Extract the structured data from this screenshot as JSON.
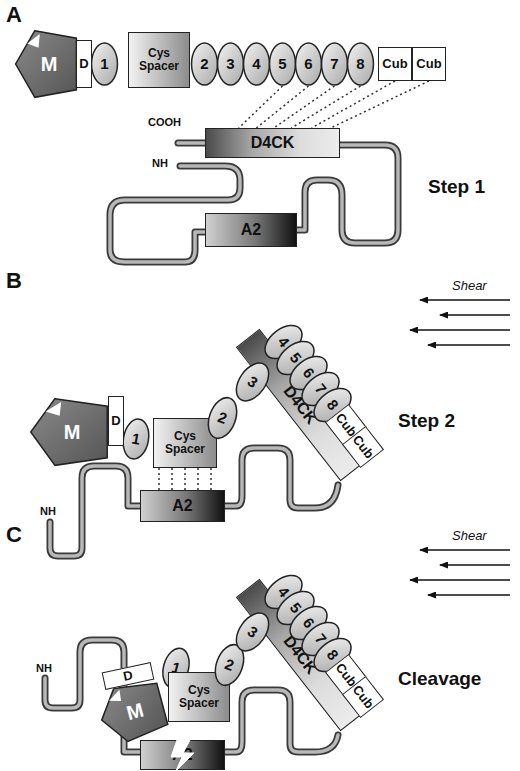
{
  "diagram": {
    "nodes": [
      {
        "text": [
          "M"
        ]
      },
      {
        "text": [
          "D"
        ]
      },
      {
        "text": [
          "1"
        ]
      },
      {
        "text": [
          "Cys Spacer"
        ]
      },
      {
        "text": [
          "2"
        ]
      },
      {
        "text": [
          "3"
        ]
      },
      {
        "text": [
          "4"
        ]
      },
      {
        "text": [
          "5"
        ]
      },
      {
        "text": [
          "6"
        ]
      },
      {
        "text": [
          "7"
        ]
      },
      {
        "text": [
          "8"
        ]
      },
      {
        "text": [
          "Cub"
        ]
      },
      {
        "text": [
          "Cub"
        ]
      },
      {
        "text": [
          "D4CK"
        ]
      },
      {
        "text": [
          "A2"
        ]
      },
      {
        "text": [
          "M"
        ]
      },
      {
        "text": [
          "D"
        ]
      },
      {
        "text": [
          "1"
        ]
      },
      {
        "text": [
          "Cys Spacer"
        ]
      },
      {
        "text": [
          "2"
        ]
      },
      {
        "text": [
          "3"
        ]
      },
      {
        "text": [
          "4"
        ]
      },
      {
        "text": [
          "5"
        ]
      },
      {
        "text": [
          "6"
        ]
      },
      {
        "text": [
          "7"
        ]
      },
      {
        "text": [
          "8"
        ]
      },
      {
        "text": [
          "Cub"
        ]
      },
      {
        "text": [
          "Cub"
        ]
      },
      {
        "text": [
          "D4CK"
        ]
      },
      {
        "text": [
          "A2"
        ]
      },
      {
        "text": [
          "M"
        ]
      },
      {
        "text": [
          "D"
        ]
      },
      {
        "text": [
          "1"
        ]
      },
      {
        "text": [
          "Cys Spacer"
        ]
      },
      {
        "text": [
          "2"
        ]
      },
      {
        "text": [
          "3"
        ]
      },
      {
        "text": [
          "4"
        ]
      },
      {
        "text": [
          "5"
        ]
      },
      {
        "text": [
          "6"
        ]
      },
      {
        "text": [
          "7"
        ]
      },
      {
        "text": [
          "8"
        ]
      },
      {
        "text": [
          "Cub"
        ]
      },
      {
        "text": [
          "Cub"
        ]
      },
      {
        "text": [
          "D4CK"
        ]
      },
      {
        "text": [
          "A2"
        ]
      }
    ],
    "edges": [
      {
        "from": 7,
        "to": 13,
        "arrow": "none"
      },
      {
        "from": 8,
        "to": 13,
        "arrow": "none"
      },
      {
        "from": 9,
        "to": 13,
        "arrow": "none"
      },
      {
        "from": 10,
        "to": 13,
        "arrow": "none"
      },
      {
        "from": 11,
        "to": 13,
        "arrow": "none"
      },
      {
        "from": 12,
        "to": 13,
        "arrow": "none"
      },
      {
        "from": 18,
        "to": 29,
        "arrow": "none"
      }
    ],
    "labels": [
      "A",
      "Step 1",
      "COOH",
      "NH",
      "B",
      "Shear",
      "Step 2",
      "NH",
      "C",
      "Shear",
      "Cleavage",
      "NH"
    ]
  }
}
